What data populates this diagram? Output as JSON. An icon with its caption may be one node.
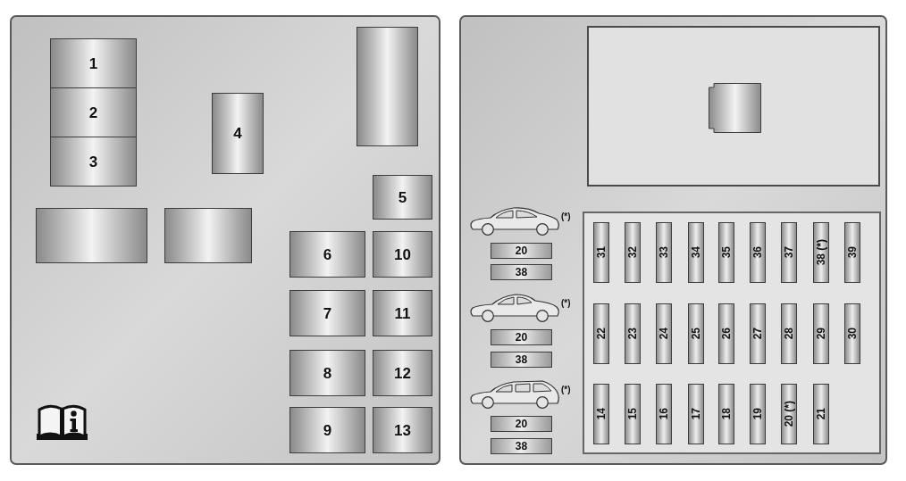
{
  "diagram": {
    "nodes": [
      {
        "text": [],
        "shape": "box"
      },
      {
        "text": [
          "1"
        ],
        "in": 0
      },
      {
        "text": [
          "2"
        ],
        "in": 0
      },
      {
        "text": [
          "3"
        ],
        "in": 0
      },
      {
        "text": [
          "4"
        ],
        "in": 0
      },
      {
        "text": [],
        "shape": "box",
        "in": 0
      },
      {
        "text": [
          "5"
        ],
        "in": 0
      },
      {
        "text": [],
        "shape": "box",
        "in": 0
      },
      {
        "text": [],
        "shape": "box",
        "in": 0
      },
      {
        "text": [
          "6"
        ],
        "in": 0
      },
      {
        "text": [
          "10"
        ],
        "in": 0
      },
      {
        "text": [
          "7"
        ],
        "in": 0
      },
      {
        "text": [
          "11"
        ],
        "in": 0
      },
      {
        "text": [
          "8"
        ],
        "in": 0
      },
      {
        "text": [
          "12"
        ],
        "in": 0
      },
      {
        "text": [
          "9"
        ],
        "in": 0
      },
      {
        "text": [
          "13"
        ],
        "in": 0
      },
      {
        "text": [],
        "shape": "box"
      },
      {
        "text": [],
        "shape": "box",
        "in": 17
      },
      {
        "text": [],
        "shape": "box",
        "in": 18
      },
      {
        "text": [
          "20"
        ],
        "in": 17
      },
      {
        "text": [
          "38"
        ],
        "in": 17
      },
      {
        "text": [
          "20"
        ],
        "in": 17
      },
      {
        "text": [
          "38"
        ],
        "in": 17
      },
      {
        "text": [
          "20"
        ],
        "in": 17
      },
      {
        "text": [
          "38"
        ],
        "in": 17
      },
      {
        "text": [],
        "shape": "box",
        "in": 17
      },
      {
        "text": [
          "31"
        ],
        "in": 26
      },
      {
        "text": [
          "32"
        ],
        "in": 26
      },
      {
        "text": [
          "33"
        ],
        "in": 26
      },
      {
        "text": [
          "34"
        ],
        "in": 26
      },
      {
        "text": [
          "35"
        ],
        "in": 26
      },
      {
        "text": [
          "36"
        ],
        "in": 26
      },
      {
        "text": [
          "37"
        ],
        "in": 26
      },
      {
        "text": [
          "38 (*)"
        ],
        "in": 26
      },
      {
        "text": [
          "39"
        ],
        "in": 26
      },
      {
        "text": [
          "22"
        ],
        "in": 26
      },
      {
        "text": [
          "23"
        ],
        "in": 26
      },
      {
        "text": [
          "24"
        ],
        "in": 26
      },
      {
        "text": [
          "25"
        ],
        "in": 26
      },
      {
        "text": [
          "26"
        ],
        "in": 26
      },
      {
        "text": [
          "27"
        ],
        "in": 26
      },
      {
        "text": [
          "28"
        ],
        "in": 26
      },
      {
        "text": [
          "29"
        ],
        "in": 26
      },
      {
        "text": [
          "30"
        ],
        "in": 26
      },
      {
        "text": [
          "14"
        ],
        "in": 26
      },
      {
        "text": [
          "15"
        ],
        "in": 26
      },
      {
        "text": [
          "16"
        ],
        "in": 26
      },
      {
        "text": [
          "17"
        ],
        "in": 26
      },
      {
        "text": [
          "18"
        ],
        "in": 26
      },
      {
        "text": [
          "19"
        ],
        "in": 26
      },
      {
        "text": [
          "20 (*)"
        ],
        "in": 26
      },
      {
        "text": [
          "21"
        ],
        "in": 26
      }
    ],
    "labels": [
      "(*)",
      "(*)",
      "(*)"
    ]
  }
}
